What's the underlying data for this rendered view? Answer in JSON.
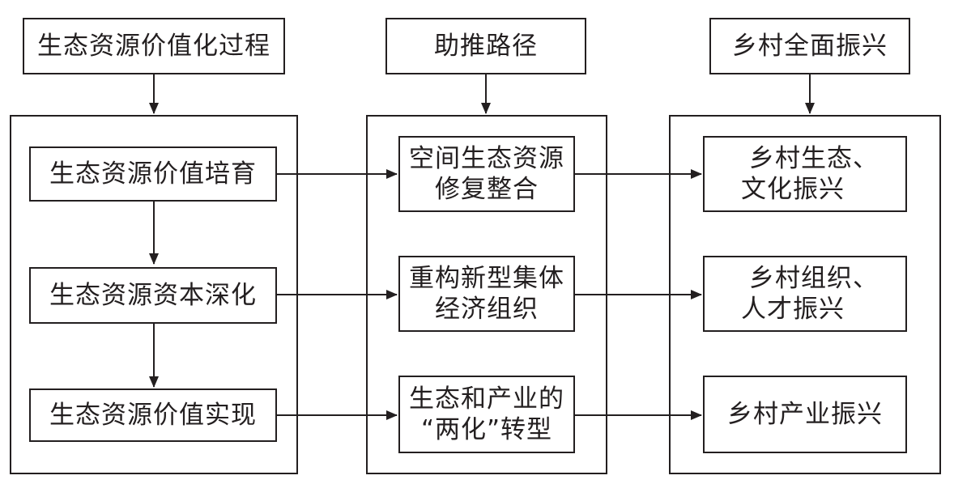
{
  "headers": {
    "col1": "生态资源价值化过程",
    "col2": "助推路径",
    "col3": "乡村全面振兴"
  },
  "process": {
    "step1": "生态资源价值培育",
    "step2": "生态资源资本深化",
    "step3": "生态资源价值实现"
  },
  "paths": {
    "path1": [
      "空间生态资源",
      "修复整合"
    ],
    "path2": [
      "重构新型集体",
      "经济组织"
    ],
    "path3": [
      "生态和产业的",
      "“两化”转型"
    ]
  },
  "revitalization": {
    "item1": [
      "乡村生态、",
      "文化振兴"
    ],
    "item2": [
      "乡村组织、",
      "人才振兴"
    ],
    "item3": "乡村产业振兴"
  },
  "colors": {
    "line": "#231f20",
    "background": "#ffffff"
  }
}
